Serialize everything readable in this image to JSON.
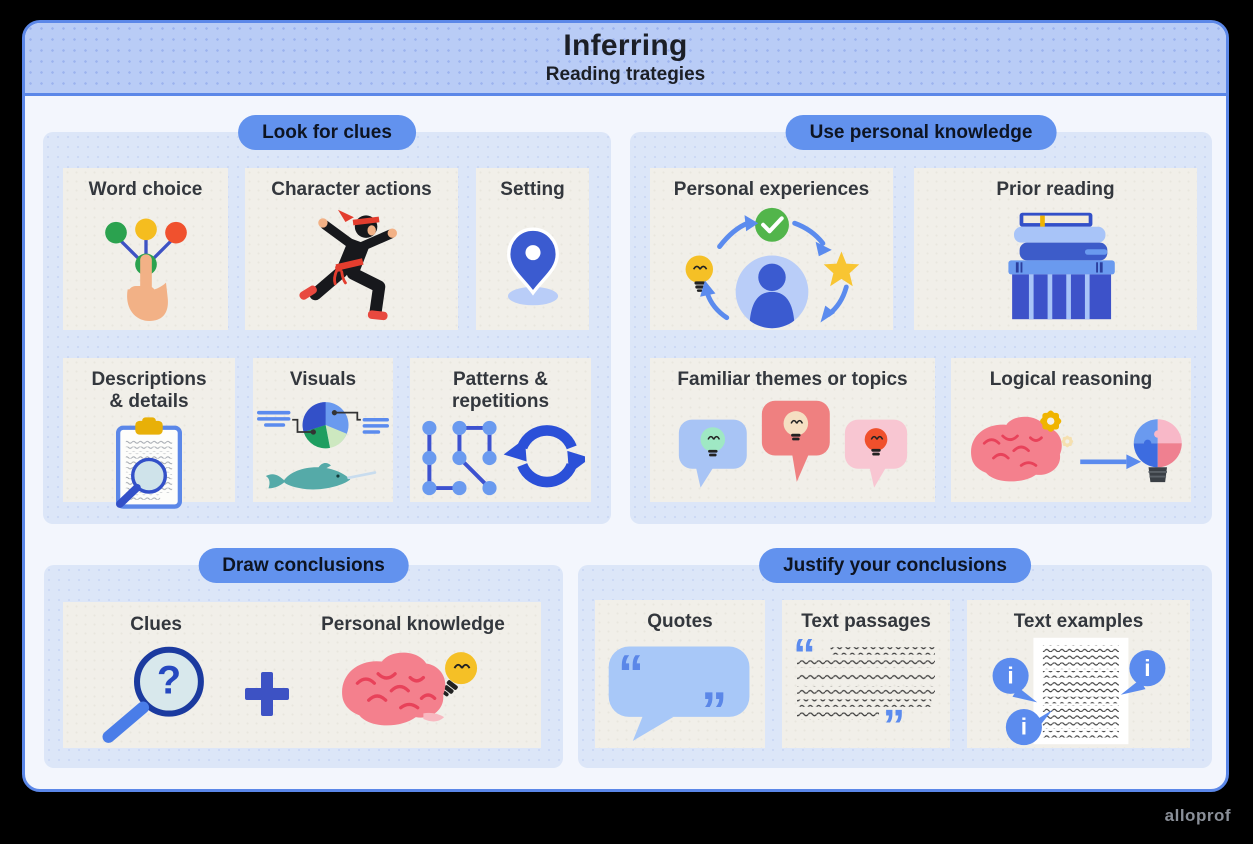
{
  "header": {
    "title": "Inferring",
    "subtitle": "Reading trategies"
  },
  "sections": {
    "look_for_clues": {
      "badge": "Look for clues",
      "cards": {
        "word_choice": "Word choice",
        "character_actions": "Character actions",
        "setting": "Setting",
        "descriptions_details": "Descriptions & details",
        "visuals": "Visuals",
        "patterns_repetitions": "Patterns & repetitions"
      }
    },
    "use_personal_knowledge": {
      "badge": "Use personal knowledge",
      "cards": {
        "personal_experiences": "Personal experiences",
        "prior_reading": "Prior reading",
        "familiar_themes": "Familiar themes or topics",
        "logical_reasoning": "Logical reasoning"
      }
    },
    "draw_conclusions": {
      "badge": "Draw conclusions",
      "items": {
        "clues": "Clues",
        "personal_knowledge": "Personal knowledge"
      }
    },
    "justify_conclusions": {
      "badge": "Justify your conclusions",
      "cards": {
        "quotes": "Quotes",
        "text_passages": "Text passages",
        "text_examples": "Text examples"
      }
    }
  },
  "icons": {
    "word-choice-icon": "hand-pointing-at-color-options",
    "character-actions-icon": "running-ninja",
    "setting-icon": "location-pin",
    "descriptions-details-icon": "clipboard-with-magnifier",
    "visuals-icon": "pie-chart-and-narwhal",
    "patterns-repetitions-icon": "dot-pattern-and-refresh-arrows",
    "personal-experiences-icon": "person-cycle-bulb-check-star",
    "prior-reading-icon": "book-stack",
    "familiar-themes-icon": "idea-speech-bubbles",
    "logical-reasoning-icon": "brain-gears-arrow-puzzle-bulb",
    "clues-icon": "magnifier-question-mark",
    "plus-icon": "plus",
    "personal-knowledge-icon": "brain-with-lightbulb",
    "quotes-icon": "quote-speech-bubble",
    "text-passages-icon": "quoted-squiggle-lines",
    "text-examples-icon": "document-with-info-bubbles"
  },
  "colors": {
    "frame_bg": "#000000",
    "panel_border": "#5b87e8",
    "header_bg": "#b9ccf6",
    "body_bg": "#f3f6fd",
    "section_bg": "#dce6f8",
    "card_bg": "#f1efe9",
    "badge_blue": "#6292ee",
    "text_dark": "#1c1f26",
    "logo_gray": "#8a8f98",
    "accent_dark_blue": "#3350c8",
    "accent_light_blue": "#6a9aef",
    "accent_green": "#2ba24f",
    "accent_yellow": "#f5c026",
    "accent_red": "#f0512e",
    "accent_pink": "#f4808d"
  },
  "footer": {
    "logo": "alloprof"
  }
}
